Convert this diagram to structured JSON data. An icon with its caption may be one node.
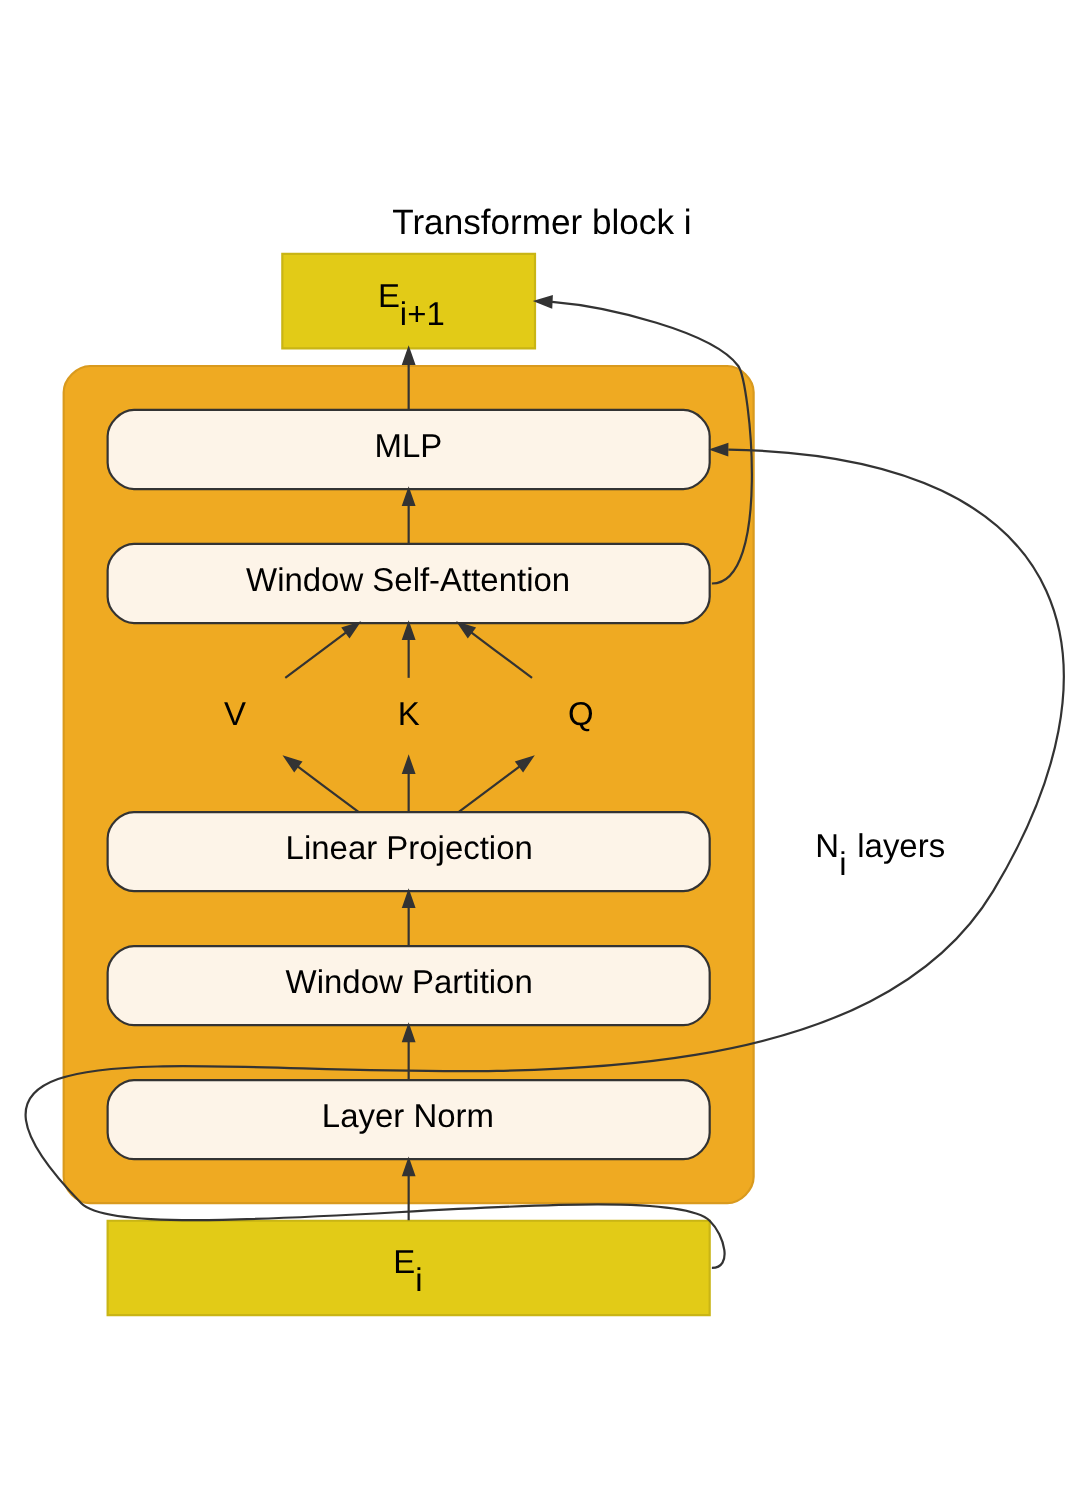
{
  "diagram": {
    "title": "Transformer block i",
    "nodes": [
      {
        "text": [
          "E$_{i+1}$"
        ]
      },
      {
        "text": [],
        "shape": "box"
      },
      {
        "text": [
          "MLP"
        ],
        "in": 1
      },
      {
        "text": [
          "Window Self-Attention"
        ],
        "in": 1
      },
      {
        "text": [
          "V"
        ],
        "in": 1
      },
      {
        "text": [
          "K"
        ],
        "in": 1
      },
      {
        "text": [
          "Q"
        ],
        "in": 1
      },
      {
        "text": [
          "Linear Projection"
        ],
        "in": 1
      },
      {
        "text": [
          "Window Partition"
        ],
        "in": 1
      },
      {
        "text": [
          "Layer Norm"
        ],
        "in": 1
      },
      {
        "text": [
          "E$_{i}$"
        ]
      }
    ],
    "edges": [
      {
        "from": 10,
        "to": 9,
        "arrow": "to"
      },
      {
        "from": 9,
        "to": 8,
        "arrow": "to"
      },
      {
        "from": 8,
        "to": 7,
        "arrow": "to"
      },
      {
        "from": 7,
        "to": 4,
        "arrow": "to"
      },
      {
        "from": 7,
        "to": 5,
        "arrow": "to"
      },
      {
        "from": 7,
        "to": 6,
        "arrow": "to"
      },
      {
        "from": 4,
        "to": 3,
        "arrow": "to"
      },
      {
        "from": 5,
        "to": 3,
        "arrow": "to"
      },
      {
        "from": 6,
        "to": 3,
        "arrow": "to"
      },
      {
        "from": 3,
        "to": 2,
        "arrow": "to"
      },
      {
        "from": 2,
        "to": 0,
        "arrow": "to"
      },
      {
        "from": 10,
        "to": 2,
        "arrow": "to"
      },
      {
        "from": 3,
        "to": 0,
        "arrow": "to"
      }
    ],
    "labels": [
      "N$_{i}$ layers"
    ]
  }
}
